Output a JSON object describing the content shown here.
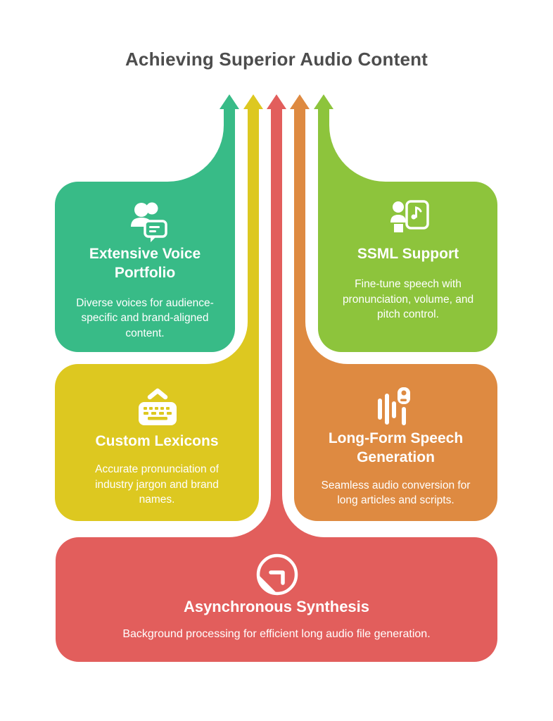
{
  "title": "Achieving Superior Audio Content",
  "colors": {
    "green": "#38bb87",
    "light_green": "#8dc43c",
    "yellow": "#ddc820",
    "orange": "#de8a41",
    "red": "#e25e5c",
    "title_text": "#4d4d4d",
    "card_text": "#ffffff"
  },
  "arrow_order": [
    "green",
    "yellow",
    "red",
    "orange",
    "light_green"
  ],
  "cards": [
    {
      "id": "extensive-voice-portfolio",
      "color_key": "green",
      "icon": "users-chat-icon",
      "heading": "Extensive Voice Portfolio",
      "body": "Diverse voices for audience-specific and brand-aligned content."
    },
    {
      "id": "ssml-support",
      "color_key": "light_green",
      "icon": "person-music-icon",
      "heading": "SSML Support",
      "body": "Fine-tune speech with pronunciation, volume, and pitch control."
    },
    {
      "id": "custom-lexicons",
      "color_key": "yellow",
      "icon": "keyboard-icon",
      "heading": "Custom Lexicons",
      "body": "Accurate pronunciation of industry jargon and brand names."
    },
    {
      "id": "long-form-speech-generation",
      "color_key": "orange",
      "icon": "waveform-mic-icon",
      "heading": "Long-Form Speech Generation",
      "body": "Seamless audio conversion for long articles and scripts."
    },
    {
      "id": "asynchronous-synthesis",
      "color_key": "red",
      "icon": "async-arrow-icon",
      "heading": "Asynchronous Synthesis",
      "body": "Background processing for efficient long audio file generation."
    }
  ]
}
